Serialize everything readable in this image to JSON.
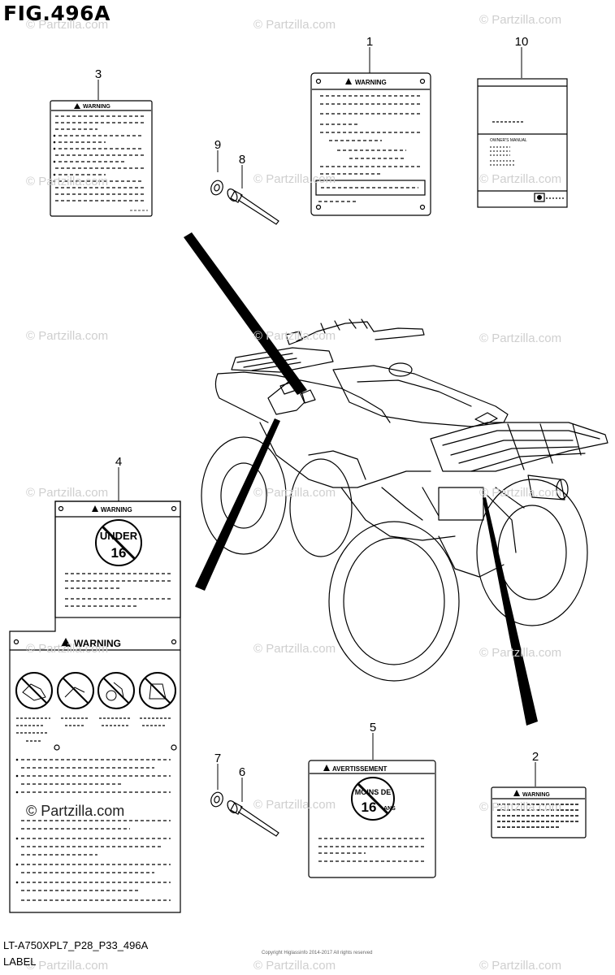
{
  "figure": {
    "title": "FIG.496A",
    "model_code": "LT-A750XPL7_P28_P33_496A",
    "section_name": "LABEL",
    "copyright_text": "Copyright Higlassinfo 2014-2017 All rights reserved",
    "watermark": "© Partzilla.com"
  },
  "callouts": [
    "1",
    "2",
    "3",
    "4",
    "5",
    "6",
    "7",
    "8",
    "9",
    "10"
  ],
  "labels": {
    "warning": "WARNING",
    "avertissement": "AVERTISSEMENT",
    "under_1": "UNDER",
    "under_2": "16",
    "moins_1": "MOINS DE",
    "moins_2": "16",
    "moins_3": "ANS",
    "manual_title": "OWNER'S MANUAL"
  }
}
